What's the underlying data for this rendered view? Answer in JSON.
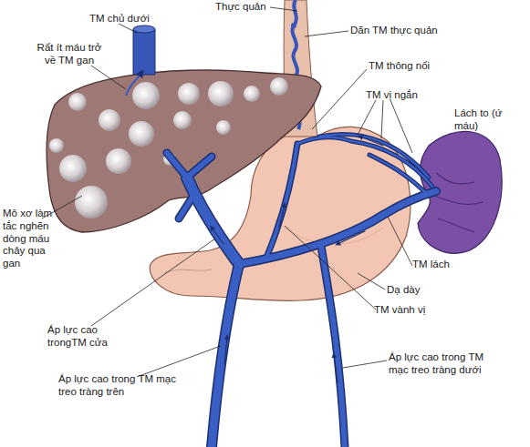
{
  "diagram": {
    "labels": [
      "Thực quản",
      "TM chủ dưới",
      "Dãn TM thực quản",
      "Rất ít máu trở về TM gan",
      "TM thông nối",
      "TM vị ngắn",
      "Lách to (ứ máu)",
      "Mô xơ làm tắc nghẽn dòng máu chảy qua gan",
      "TM lách",
      "Dạ dày",
      "TM vành vị",
      "Áp lực cao trongTM cửa",
      "Áp lực cao trong TM mạc treo tràng trên",
      "Áp lực cao trong TM mạc treo tràng dưới"
    ]
  }
}
